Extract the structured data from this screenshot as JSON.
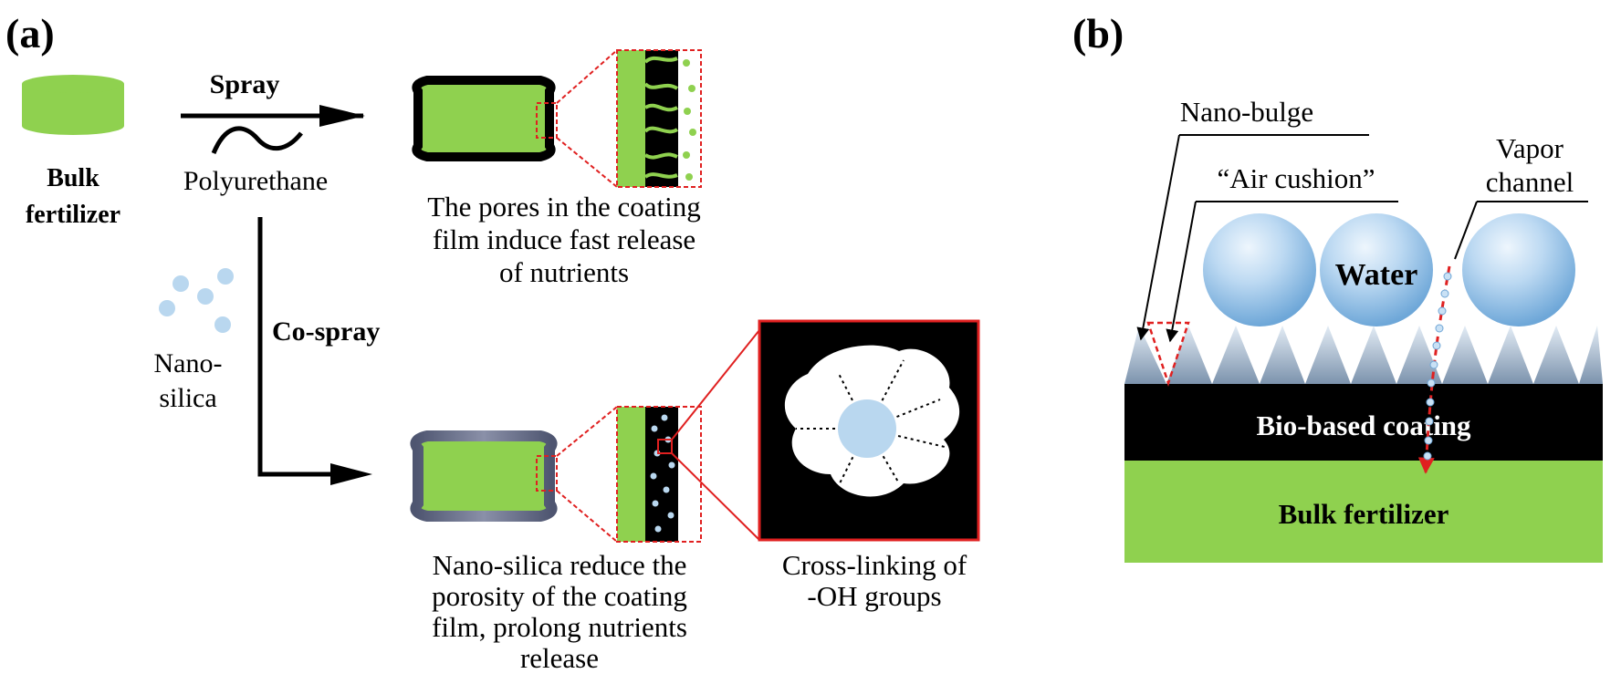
{
  "panel_a": {
    "label": "(a)",
    "bulk_fertilizer_line1": "Bulk",
    "bulk_fertilizer_line2": "fertilizer",
    "spray_label": "Spray",
    "polyurethane_label": "Polyurethane",
    "cospray_label": "Co-spray",
    "nanosilica_line1": "Nano-",
    "nanosilica_line2": "silica",
    "pores_caption": [
      "The pores in the coating",
      "film induce fast release",
      "of nutrients"
    ],
    "nanosilica_caption": [
      "Nano-silica reduce the",
      "porosity of the coating",
      "film,  prolong nutrients",
      "release"
    ],
    "crosslink_caption": [
      "Cross-linking of",
      "-OH groups"
    ]
  },
  "panel_b": {
    "label": "(b)",
    "nano_bulge_label": "Nano-bulge",
    "air_cushion_label": "“Air cushion”",
    "vapor_channel_line1": "Vapor",
    "vapor_channel_line2": "channel",
    "water_label": "Water",
    "coating_label": "Bio-based coating",
    "fertilizer_label": "Bulk fertilizer"
  },
  "colors": {
    "fertilizer_green": "#8fd14f",
    "coating_black": "#000000",
    "silica_blue": "#b9d7ef",
    "highlight_red": "#e02020"
  }
}
